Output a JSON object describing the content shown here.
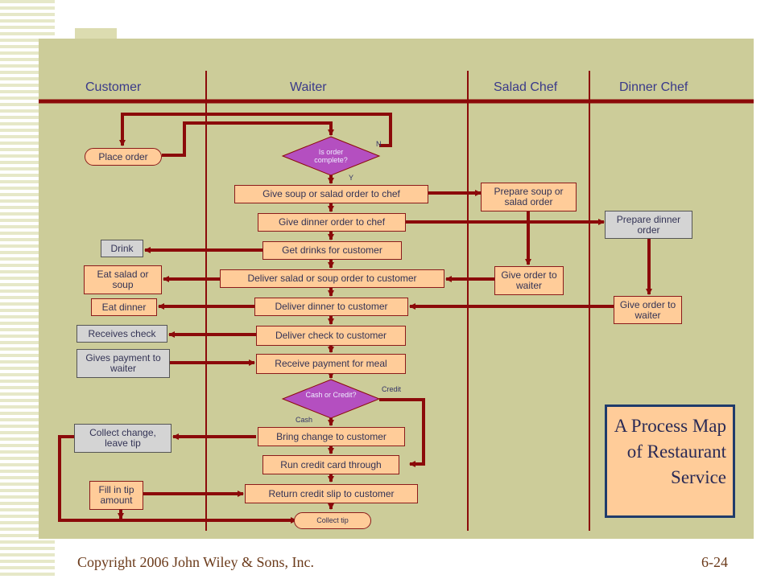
{
  "lanes": {
    "customer": "Customer",
    "waiter": "Waiter",
    "salad_chef": "Salad Chef",
    "dinner_chef": "Dinner Chef"
  },
  "customer": {
    "place_order": "Place order",
    "drink": "Drink",
    "eat_salad": "Eat salad or soup",
    "eat_dinner": "Eat dinner",
    "receives_check": "Receives check",
    "gives_payment": "Gives payment to waiter",
    "collect_change": "Collect change, leave tip",
    "fill_tip": "Fill in tip amount"
  },
  "waiter": {
    "decision_complete": "Is order complete?",
    "n_label": "N",
    "y_label": "Y",
    "give_soup": "Give soup or salad order to chef",
    "give_dinner": "Give dinner order to chef",
    "get_drinks": "Get drinks for customer",
    "deliver_salad": "Deliver salad or soup order to customer",
    "deliver_dinner": "Deliver dinner to customer",
    "deliver_check": "Deliver check to customer",
    "receive_payment": "Receive payment for meal",
    "decision_payment": "Cash or Credit?",
    "credit_label": "Credit",
    "cash_label": "Cash",
    "bring_change": "Bring change to customer",
    "run_card": "Run credit card through",
    "return_slip": "Return credit slip to customer",
    "collect_tip": "Collect tip"
  },
  "salad_chef": {
    "prepare": "Prepare soup or salad order",
    "give": "Give order to waiter"
  },
  "dinner_chef": {
    "prepare": "Prepare dinner order",
    "give": "Give order to waiter"
  },
  "title": "A Process Map of Restaurant Service",
  "footer": {
    "copyright": "Copyright 2006 John Wiley & Sons, Inc.",
    "slide": "6-24"
  },
  "colors": {
    "panel": "#cccc99",
    "line": "#8b0a0a",
    "salmon": "#ffcc99",
    "grey": "#d4d4d4",
    "decision": "#b44fc0"
  }
}
